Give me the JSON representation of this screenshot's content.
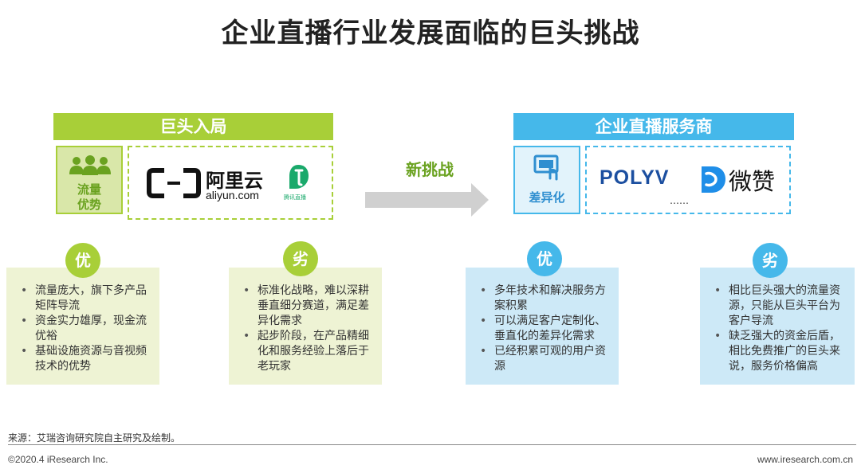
{
  "title": "企业直播行业发展面临的巨头挑战",
  "left_panel": {
    "header": "巨头入局",
    "icon_label_line1": "流量",
    "icon_label_line2": "优势",
    "aliyun_name": "阿里云",
    "aliyun_url": "aliyun.com",
    "tencent_label": "腾讯直播"
  },
  "middle": {
    "label": "新挑战"
  },
  "right_panel": {
    "header": "企业直播服务商",
    "icon_label": "差异化",
    "polyv": "POLYV",
    "weizan": "微赞",
    "ellipsis": "……"
  },
  "cards": [
    {
      "badge": "优",
      "items": [
        "流量庞大，旗下多产品矩阵导流",
        "资金实力雄厚，现金流优裕",
        "基础设施资源与音视频技术的优势"
      ]
    },
    {
      "badge": "劣",
      "items": [
        "标准化战略，难以深耕垂直细分赛道，满足差异化需求",
        "起步阶段，在产品精细化和服务经验上落后于老玩家"
      ]
    },
    {
      "badge": "优",
      "items": [
        "多年技术和解决服务方案积累",
        "可以满足客户定制化、垂直化的差异化需求",
        "已经积累可观的用户资源"
      ]
    },
    {
      "badge": "劣",
      "items": [
        "相比巨头强大的流量资源，只能从巨头平台为客户导流",
        "缺乏强大的资金后盾，相比免费推广的巨头来说，服务价格偏高"
      ]
    }
  ],
  "footer": {
    "source": "来源：艾瑞咨询研究院自主研究及绘制。",
    "copyright": "©2020.4 iResearch Inc.",
    "site": "www.iresearch.com.cn"
  },
  "colors": {
    "green": "#a8cf38",
    "blue": "#45b8ea",
    "light_green": "#eef3d4",
    "light_blue": "#cde9f7"
  }
}
